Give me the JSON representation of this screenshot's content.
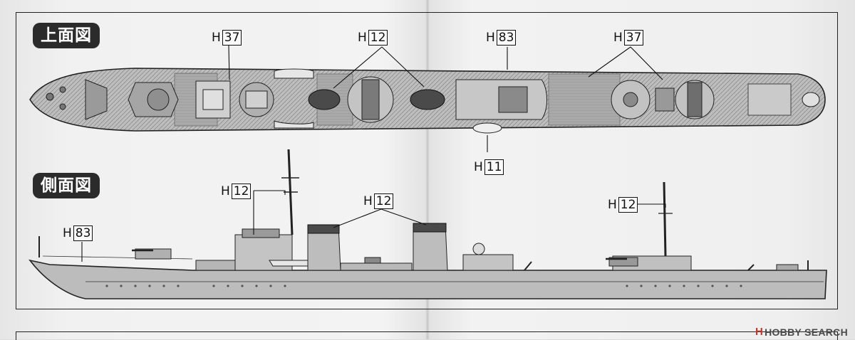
{
  "views": {
    "top": {
      "title": "上面図"
    },
    "side": {
      "title": "側面図"
    }
  },
  "callouts": {
    "prefix": "H",
    "top_h37_left": "37",
    "top_h12": "12",
    "top_h83": "83",
    "top_h37_right": "37",
    "top_h11": "11",
    "side_h12_bridge": "12",
    "side_h12_funnels": "12",
    "side_h12_mast": "12",
    "side_h83": "83"
  },
  "watermark": {
    "brand": "HOBBY SEARCH",
    "logo_letter": "H"
  }
}
